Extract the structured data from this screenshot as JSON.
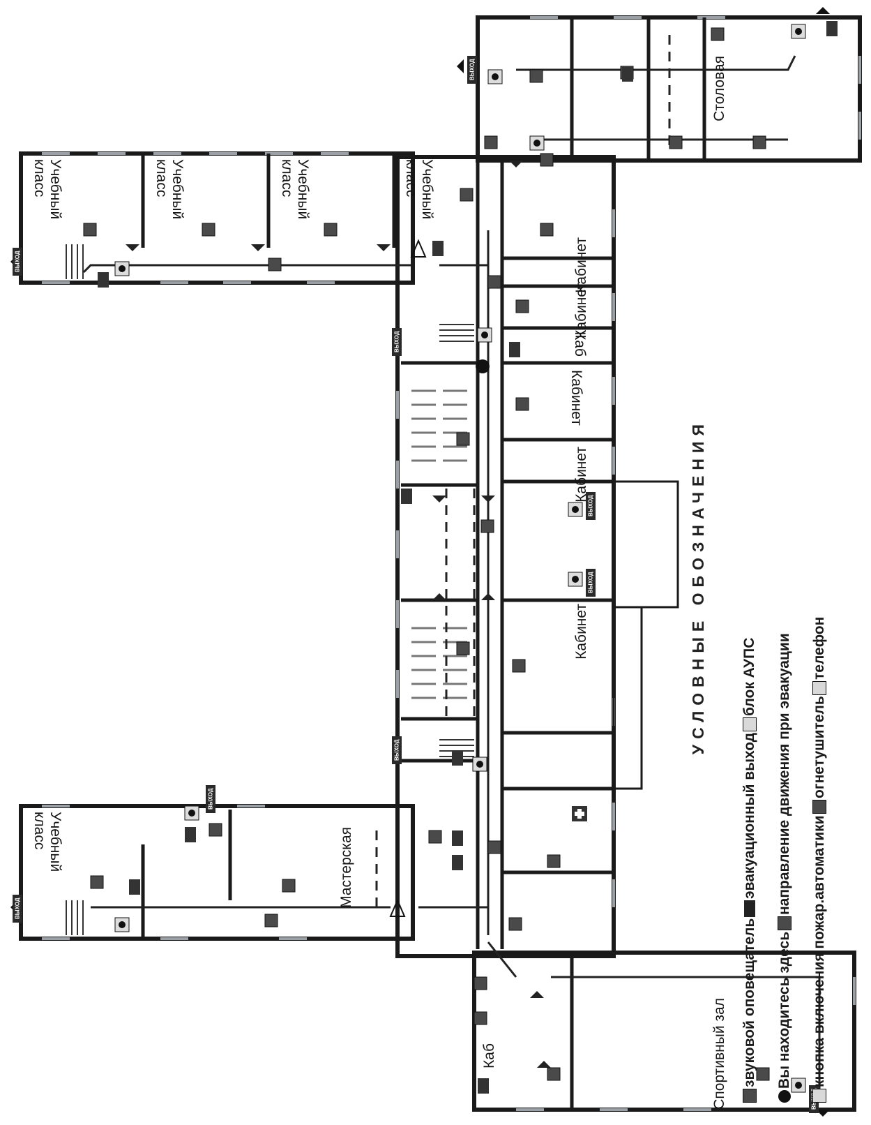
{
  "rooms": {
    "class1": {
      "line1": "Учебный",
      "line2": "класс"
    },
    "class2": {
      "line1": "Учебный",
      "line2": "класс"
    },
    "class3": {
      "line1": "Учебный",
      "line2": "класс"
    },
    "class4": {
      "line1": "Учебный",
      "line2": "класс"
    },
    "class5": {
      "line1": "Учебный",
      "line2": "класс"
    },
    "workshop": "Мастерская",
    "canteen": "Столовая",
    "gym": "Спортивный зал",
    "cabinet1": "Кабинет",
    "cabinet2": "Кабинет",
    "cabinet3": "Кабинет",
    "cabinet4": "Кабинет",
    "cabinet5": "Кабинет",
    "cab_short1": "Каб",
    "cab_short2": "Каб"
  },
  "exit_label": "ВЫХОД",
  "legend": {
    "title": "УСЛОВНЫЕ ОБОЗНАЧЕНИЯ",
    "line1": {
      "a": "звуковой оповещатель",
      "b": "эвакуационный выход",
      "c": "блок АУПС"
    },
    "line2": {
      "a": "Вы находитесь здесь",
      "b": "направление движения при эвакуации"
    },
    "line3": {
      "a": "кнопка включения пожар.автоматики",
      "b": "огнетушитель",
      "c": "телефон"
    }
  },
  "colors": {
    "wall": "#1a1a1a",
    "window": "#9aa0a6",
    "icon": "#4a4a4a",
    "line": "#222222"
  },
  "icons": [
    "sounder-icon",
    "exit-sign-icon",
    "alarm-block-icon",
    "you-are-here-icon",
    "evacuation-arrow-icon",
    "fire-button-icon",
    "extinguisher-icon",
    "phone-icon",
    "first-aid-icon",
    "warning-icon"
  ]
}
